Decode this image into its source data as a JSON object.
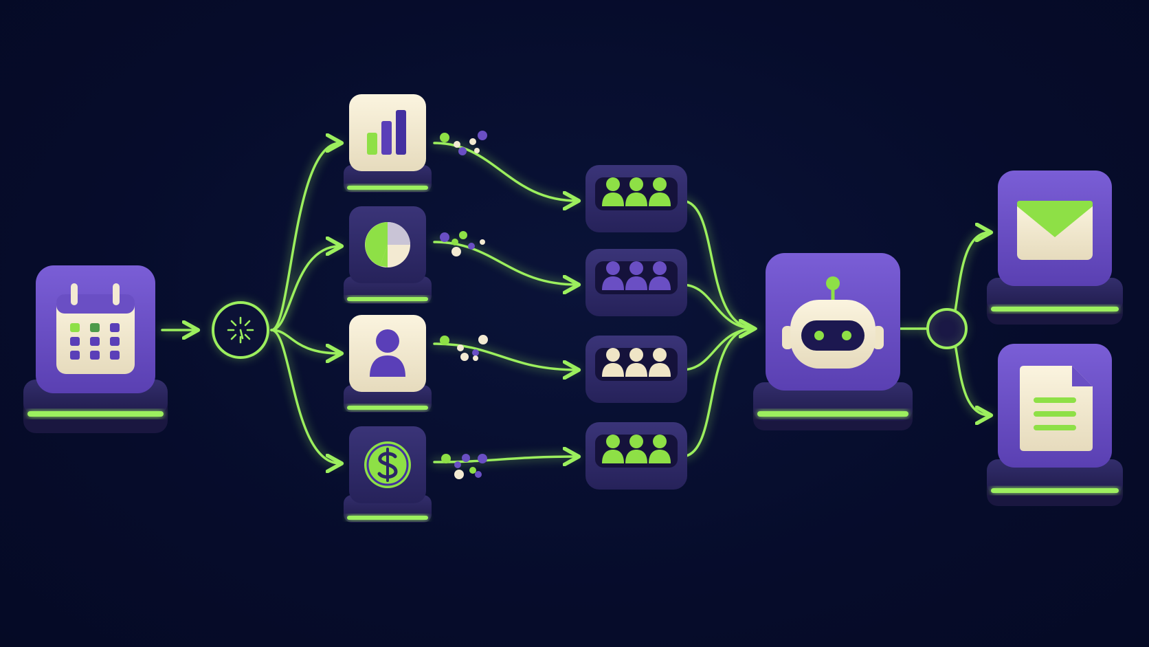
{
  "diagram": {
    "type": "workflow-automation",
    "colors": {
      "background": "#060c2b",
      "connector": "#9cef5e",
      "connector_glow": "#7bd33f",
      "purple_tile": "#6a4fc4",
      "purple_dark": "#2b2566",
      "pedestal": "#2a2659",
      "cream": "#f3ead2",
      "green": "#8ee046",
      "purple_accent": "#5a3fb8"
    },
    "nodes": [
      {
        "id": "calendar",
        "icon": "calendar-icon",
        "stage": "trigger"
      },
      {
        "id": "splitter",
        "icon": "split-hub-icon",
        "stage": "router"
      },
      {
        "id": "bar-chart",
        "icon": "bar-chart-icon",
        "stage": "source"
      },
      {
        "id": "pie-chart",
        "icon": "pie-chart-icon",
        "stage": "source"
      },
      {
        "id": "user",
        "icon": "user-icon",
        "stage": "source"
      },
      {
        "id": "dollar",
        "icon": "dollar-icon",
        "stage": "source"
      },
      {
        "id": "group-green-1",
        "icon": "people-group-icon",
        "color": "green",
        "stage": "segment"
      },
      {
        "id": "group-purple",
        "icon": "people-group-icon",
        "color": "purple",
        "stage": "segment"
      },
      {
        "id": "group-cream",
        "icon": "people-group-icon",
        "color": "cream",
        "stage": "segment"
      },
      {
        "id": "group-green-2",
        "icon": "people-group-icon",
        "color": "green",
        "stage": "segment"
      },
      {
        "id": "robot",
        "icon": "robot-icon",
        "stage": "processor"
      },
      {
        "id": "merge-hub",
        "icon": "hub-icon",
        "stage": "router"
      },
      {
        "id": "email",
        "icon": "envelope-icon",
        "stage": "output"
      },
      {
        "id": "document",
        "icon": "document-icon",
        "stage": "output"
      }
    ],
    "edges": [
      [
        "calendar",
        "splitter"
      ],
      [
        "splitter",
        "bar-chart"
      ],
      [
        "splitter",
        "pie-chart"
      ],
      [
        "splitter",
        "user"
      ],
      [
        "splitter",
        "dollar"
      ],
      [
        "bar-chart",
        "group-green-1"
      ],
      [
        "pie-chart",
        "group-purple"
      ],
      [
        "user",
        "group-cream"
      ],
      [
        "dollar",
        "group-green-2"
      ],
      [
        "group-green-1",
        "robot"
      ],
      [
        "group-purple",
        "robot"
      ],
      [
        "group-cream",
        "robot"
      ],
      [
        "group-green-2",
        "robot"
      ],
      [
        "robot",
        "merge-hub"
      ],
      [
        "merge-hub",
        "email"
      ],
      [
        "merge-hub",
        "document"
      ]
    ]
  }
}
